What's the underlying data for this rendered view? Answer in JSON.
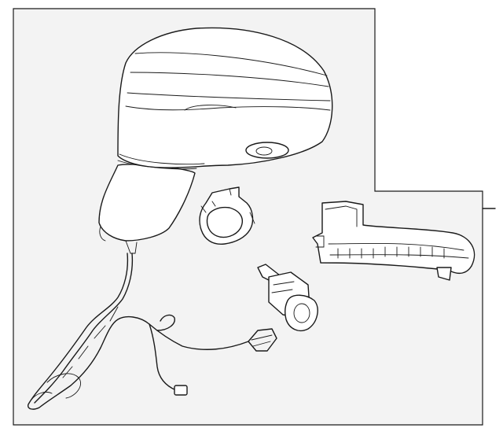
{
  "diagram": {
    "parts": [
      {
        "id": "mirror-assembly",
        "name": "mirror-housing"
      },
      {
        "id": "wire-harness",
        "name": "wiring-harness"
      },
      {
        "id": "bracket",
        "name": "mount-bracket"
      },
      {
        "id": "camera",
        "name": "camera-module"
      },
      {
        "id": "signal-lamp",
        "name": "turn-signal-lamp"
      }
    ],
    "colors": {
      "line": "#1a1a1a",
      "panel": "#f3f3f3",
      "background": "#ffffff"
    }
  }
}
